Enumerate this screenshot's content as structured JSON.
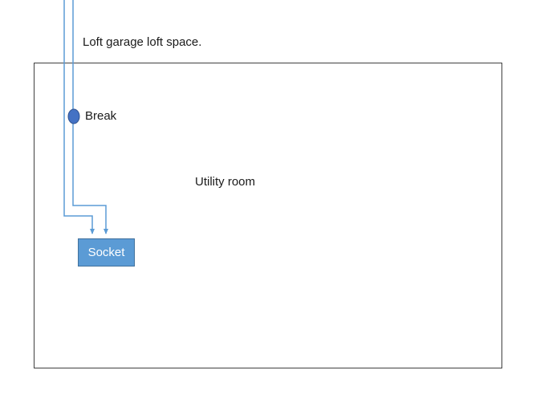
{
  "diagram": {
    "labels": {
      "loft": "Loft garage loft space.",
      "break": "Break",
      "room": "Utility room",
      "socket": "Socket"
    },
    "colors": {
      "wire": "#5B9BD5",
      "arrow": "#5B9BD5",
      "break_fill": "#4472C4",
      "break_stroke": "#2F528F",
      "socket_fill": "#5B9BD5",
      "socket_stroke": "#41719C",
      "room_stroke": "#404040",
      "text": "#1A1A1A",
      "socket_text": "#FFFFFF"
    }
  }
}
